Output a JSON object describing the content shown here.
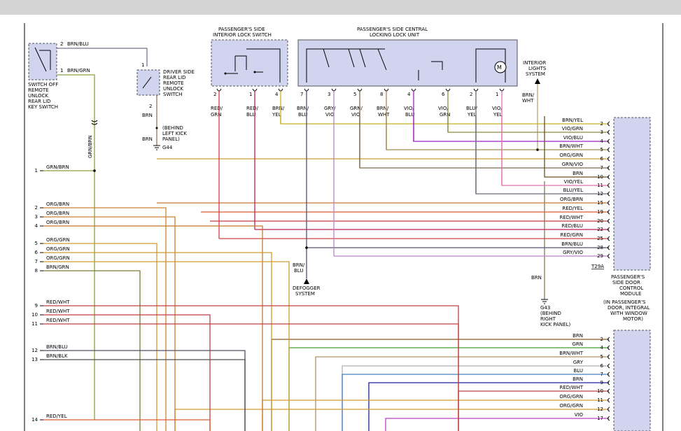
{
  "components": {
    "passenger_interior_switch": {
      "title_1": "PASSENGER'S SIDE",
      "title_2": "INTERIOR LOCK SWITCH"
    },
    "passenger_central_unit": {
      "title_1": "PASSENGER'S SIDE CENTRAL",
      "title_2": "LOCKING LOCK UNIT",
      "motor_symbol": "M"
    },
    "rear_unlock_key_switch": {
      "pin_top": "2",
      "pin_bottom": "1",
      "label_lines": [
        "SWITCH OFF",
        "REMOTE",
        "UNLOCK",
        "REAR LID",
        "KEY SWITCH"
      ]
    },
    "driver_rear_lid_switch": {
      "pin_top": "1",
      "pin_bottom": "2",
      "label_lines": [
        "DRIVER SIDE",
        "REAR LID",
        "REMOTE",
        "UNLOCK",
        "SWITCH"
      ]
    },
    "door_control_module": {
      "ref": "T29A",
      "label_lines": [
        "PASSENGER'S",
        "SIDE DOOR",
        "CONTROL",
        "MODULE",
        "(IN PASSENGER'S",
        "DOOR, INTEGRAL",
        "WITH WINDOW",
        "MOTOR)"
      ]
    },
    "interior_lights": {
      "label_lines": [
        "INTERIOR",
        "LIGHTS",
        "SYSTEM"
      ]
    },
    "defogger": {
      "label_lines": [
        "DEFOGGER",
        "SYSTEM"
      ]
    },
    "ground_g44": {
      "wire": "BRN",
      "label_lines": [
        "(BEHIND",
        "LEFT KICK",
        "PANEL)"
      ],
      "ground_ref": "G44"
    },
    "ground_g43": {
      "wire": "BRN",
      "label_lines": [
        "G43",
        "(BEHIND",
        "RIGHT",
        "KICK PANEL)"
      ]
    }
  },
  "wire_labels": {
    "brn_blu": "BRN/BLU",
    "brn_grn": "BRN/GRN",
    "grn_brn_vertical": "GRN/BRN",
    "brn": "BRN",
    "brn_wht_lights": [
      "BRN/",
      "WHT"
    ],
    "brn_blu_defog": [
      "BRN/",
      "BLU"
    ]
  },
  "switch_pins": [
    {
      "pin": "2",
      "wire": [
        "RED/",
        "GRN"
      ]
    },
    {
      "pin": "1",
      "wire": [
        "RED/",
        "BLU"
      ]
    },
    {
      "pin": "4",
      "wire": [
        "BRN/",
        "YEL"
      ]
    }
  ],
  "unit_pins": [
    {
      "pin": "7",
      "wire": [
        "BRN/",
        "BLU"
      ]
    },
    {
      "pin": "3",
      "wire": [
        "GRY/",
        "VIO"
      ]
    },
    {
      "pin": "5",
      "wire": [
        "GRN/",
        "VIO"
      ]
    },
    {
      "pin": "8",
      "wire": [
        "BRN/",
        "WHT"
      ]
    },
    {
      "pin": "4",
      "wire": [
        "VIO/",
        "BLU"
      ]
    },
    {
      "pin": "6",
      "wire": [
        "VIO/",
        "GRN"
      ]
    },
    {
      "pin": "2",
      "wire": [
        "BLU/",
        "YEL"
      ]
    },
    {
      "pin": "1",
      "wire": [
        "VIO/",
        "YEL"
      ]
    }
  ],
  "module_pins": [
    {
      "wire": "BRN/YEL",
      "pin": "2",
      "color": "#c8b020"
    },
    {
      "wire": "VIO/GRN",
      "pin": "3",
      "color": "#8a8a40"
    },
    {
      "wire": "VIO/BLU",
      "pin": "4",
      "color": "#a020c0"
    },
    {
      "wire": "BRN/WHT",
      "pin": "5",
      "color": "#a08a50"
    },
    {
      "wire": "ORG/GRN",
      "pin": "6",
      "color": "#d09a30"
    },
    {
      "wire": "GRN/VIO",
      "pin": "7",
      "color": "#7a6a4a"
    },
    {
      "wire": "BRN",
      "pin": "10",
      "color": "#6a5020"
    },
    {
      "wire": "VIO/YEL",
      "pin": "11",
      "color": "#e070b0"
    },
    {
      "wire": "BLU/YEL",
      "pin": "12",
      "color": "#6a6a7a"
    },
    {
      "wire": "ORG/BRN",
      "pin": "15",
      "color": "#c87830"
    },
    {
      "wire": "RED/YEL",
      "pin": "19",
      "color": "#e05a30"
    },
    {
      "wire": "RED/WHT",
      "pin": "20",
      "color": "#c04040"
    },
    {
      "wire": "RED/BLU",
      "pin": "22",
      "color": "#c02050"
    },
    {
      "wire": "RED/GRN",
      "pin": "25",
      "color": "#d04040"
    },
    {
      "wire": "BRN/BLU",
      "pin": "28",
      "color": "#505070"
    },
    {
      "wire": "GRY/VIO",
      "pin": "29",
      "color": "#c080d0"
    }
  ],
  "lower_module_pins": [
    {
      "wire": "BRN",
      "pin": "2",
      "color": "#8a5a20"
    },
    {
      "wire": "GRN",
      "pin": "4",
      "color": "#40a030"
    },
    {
      "wire": "BRN/WHT",
      "pin": "5",
      "color": "#b09060"
    },
    {
      "wire": "GRY",
      "pin": "6",
      "color": "#b0b0b0"
    },
    {
      "wire": "BLU",
      "pin": "7",
      "color": "#4080c0"
    },
    {
      "wire": "BRN",
      "pin": "9",
      "color": "#2020a0"
    },
    {
      "wire": "RED/WHT",
      "pin": "10",
      "color": "#c04040"
    },
    {
      "wire": "ORG/GRN",
      "pin": "11",
      "color": "#d09a30"
    },
    {
      "wire": "ORG/GRN",
      "pin": "12",
      "color": "#d09a30"
    },
    {
      "wire": "VIO",
      "pin": "17",
      "color": "#c040c0"
    }
  ],
  "left_connector": [
    {
      "pin": "1",
      "wire": "GRN/BRN",
      "color": "#8aa040"
    },
    {
      "pin": "2",
      "wire": "ORG/BRN",
      "color": "#d08030"
    },
    {
      "pin": "3",
      "wire": "ORG/BRN",
      "color": "#d08030"
    },
    {
      "pin": "4",
      "wire": "ORG/BRN",
      "color": "#c87830"
    },
    {
      "pin": "5",
      "wire": "ORG/GRN",
      "color": "#d09a30"
    },
    {
      "pin": "6",
      "wire": "ORG/GRN",
      "color": "#d09a30"
    },
    {
      "pin": "7",
      "wire": "ORG/GRN",
      "color": "#d09a30"
    },
    {
      "pin": "8",
      "wire": "BRN/GRN",
      "color": "#7a7a30"
    },
    {
      "pin": "9",
      "wire": "RED/WHT",
      "color": "#c04040"
    },
    {
      "pin": "10",
      "wire": "RED/WHT",
      "color": "#c04040"
    },
    {
      "pin": "11",
      "wire": "RED/WHT",
      "color": "#c04040"
    },
    {
      "pin": "12",
      "wire": "BRN/BLU",
      "color": "#505060"
    },
    {
      "pin": "13",
      "wire": "BRN/BLK",
      "color": "#505050"
    },
    {
      "pin": "14",
      "wire": "RED/YEL",
      "color": "#e05a30"
    }
  ]
}
